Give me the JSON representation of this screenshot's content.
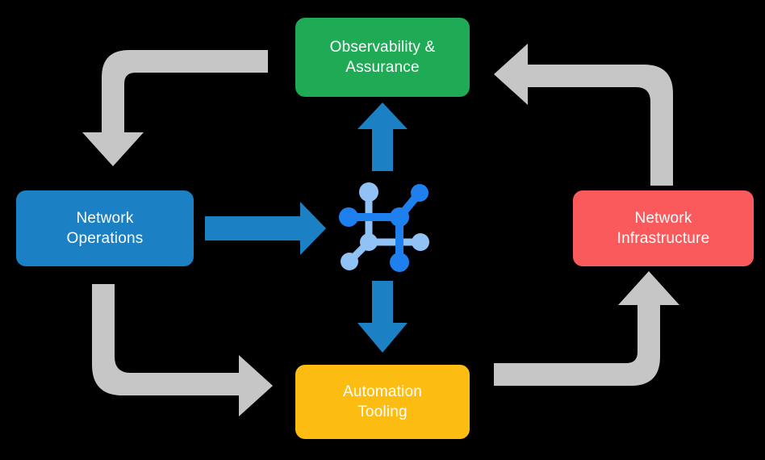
{
  "diagram": {
    "title": "Network Operations Lifecycle Cycle",
    "background_color": "#000000",
    "nodes": [
      {
        "id": "observability",
        "label_line1": "Observability &",
        "label_line2": "Assurance",
        "color": "#1faa55",
        "text_color": "#ffffff",
        "position": "top"
      },
      {
        "id": "operations",
        "label_line1": "Network",
        "label_line2": "Operations",
        "color": "#1b80c4",
        "text_color": "#ffffff",
        "position": "left"
      },
      {
        "id": "infrastructure",
        "label_line1": "Network",
        "label_line2": "Infrastructure",
        "color": "#fb5a5d",
        "text_color": "#ffffff",
        "position": "right"
      },
      {
        "id": "automation",
        "label_line1": "Automation",
        "label_line2": "Tooling",
        "color": "#fdbc11",
        "text_color": "#ffffff",
        "position": "bottom"
      }
    ],
    "center_icon": {
      "name": "network-graph-icon",
      "node_color_light": "#90c2f5",
      "node_color_dark": "#1e80ef"
    },
    "arrows": {
      "blue_color": "#1b80c4",
      "gray_color": "#c6c6c6",
      "blue_arrows": [
        {
          "name": "operations-to-center",
          "direction": "right"
        },
        {
          "name": "center-to-observability",
          "direction": "up"
        },
        {
          "name": "center-to-automation",
          "direction": "down"
        }
      ],
      "gray_arrows": [
        {
          "name": "observability-to-operations",
          "direction": "down-left-elbow"
        },
        {
          "name": "operations-to-automation",
          "direction": "down-right-elbow"
        },
        {
          "name": "automation-to-infrastructure",
          "direction": "right-up-elbow"
        },
        {
          "name": "infrastructure-to-observability",
          "direction": "up-left-elbow"
        }
      ]
    }
  }
}
